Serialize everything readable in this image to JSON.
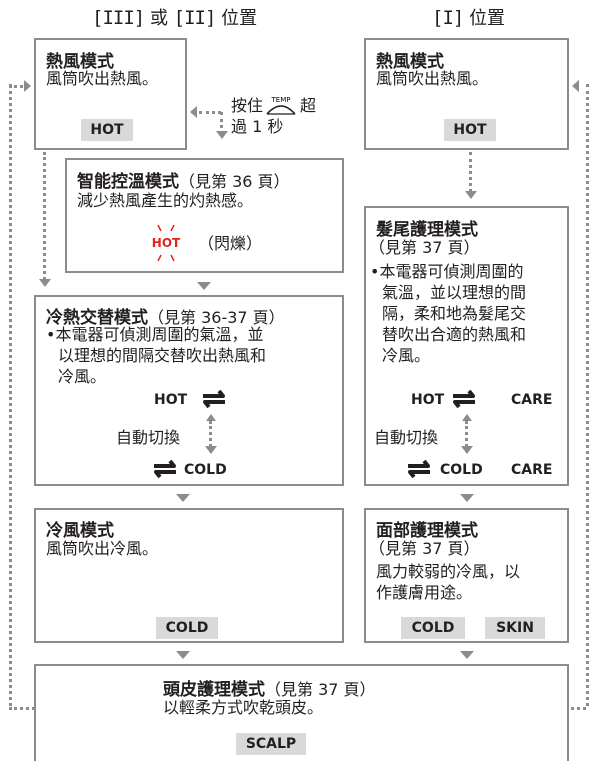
{
  "headers": {
    "left": {
      "bracket1": "[III]",
      "or": "或",
      "bracket2": "[II]",
      "pos": "位置"
    },
    "right": {
      "bracket": "[I]",
      "pos": "位置"
    }
  },
  "hot_mode_left": {
    "title": "熱風模式",
    "desc": "風筒吹出熱風。",
    "badge": "HOT"
  },
  "hold_note": {
    "line1": "按住",
    "temp": "TEMP",
    "super": "超",
    "line2": "過 1 秒"
  },
  "smart": {
    "title": "智能控溫模式",
    "ref": "（見第 36 頁）",
    "desc": "減少熱風產生的灼熱感。",
    "badge": "HOT",
    "flash": "（閃爍）"
  },
  "alt": {
    "title": "冷熱交替模式",
    "ref": "（見第 36-37 頁）",
    "desc1": "•本電器可偵測周圍的氣溫，並",
    "desc2": "以理想的間隔交替吹出熱風和",
    "desc3": "冷風。",
    "hot": "HOT",
    "auto": "自動切換",
    "cold": "COLD"
  },
  "cold_mode": {
    "title": "冷風模式",
    "desc": "風筒吹出冷風。",
    "badge": "COLD"
  },
  "hot_mode_right": {
    "title": "熱風模式",
    "desc": "風筒吹出熱風。",
    "badge": "HOT"
  },
  "tip": {
    "title": "髮尾護理模式",
    "ref": "（見第 37 頁）",
    "desc1": "•本電器可偵測周圍的",
    "desc2": "氣溫，並以理想的間",
    "desc3": "隔，柔和地為髮尾交",
    "desc4": "替吹出合適的熱風和",
    "desc5": "冷風。",
    "hot": "HOT",
    "care1": "CARE",
    "auto": "自動切換",
    "cold": "COLD",
    "care2": "CARE"
  },
  "face": {
    "title": "面部護理模式",
    "ref": "（見第 37 頁）",
    "desc1": "風力較弱的冷風，以",
    "desc2": "作護膚用途。",
    "cold": "COLD",
    "skin": "SKIN"
  },
  "scalp": {
    "title": "頭皮護理模式",
    "ref": "（見第 37 頁）",
    "desc": "以輕柔方式吹乾頭皮。",
    "badge": "SCALP"
  },
  "colors": {
    "border": "#8c8c8c",
    "badge_bg": "#d9d9d9",
    "hot_red": "#e2231a"
  }
}
